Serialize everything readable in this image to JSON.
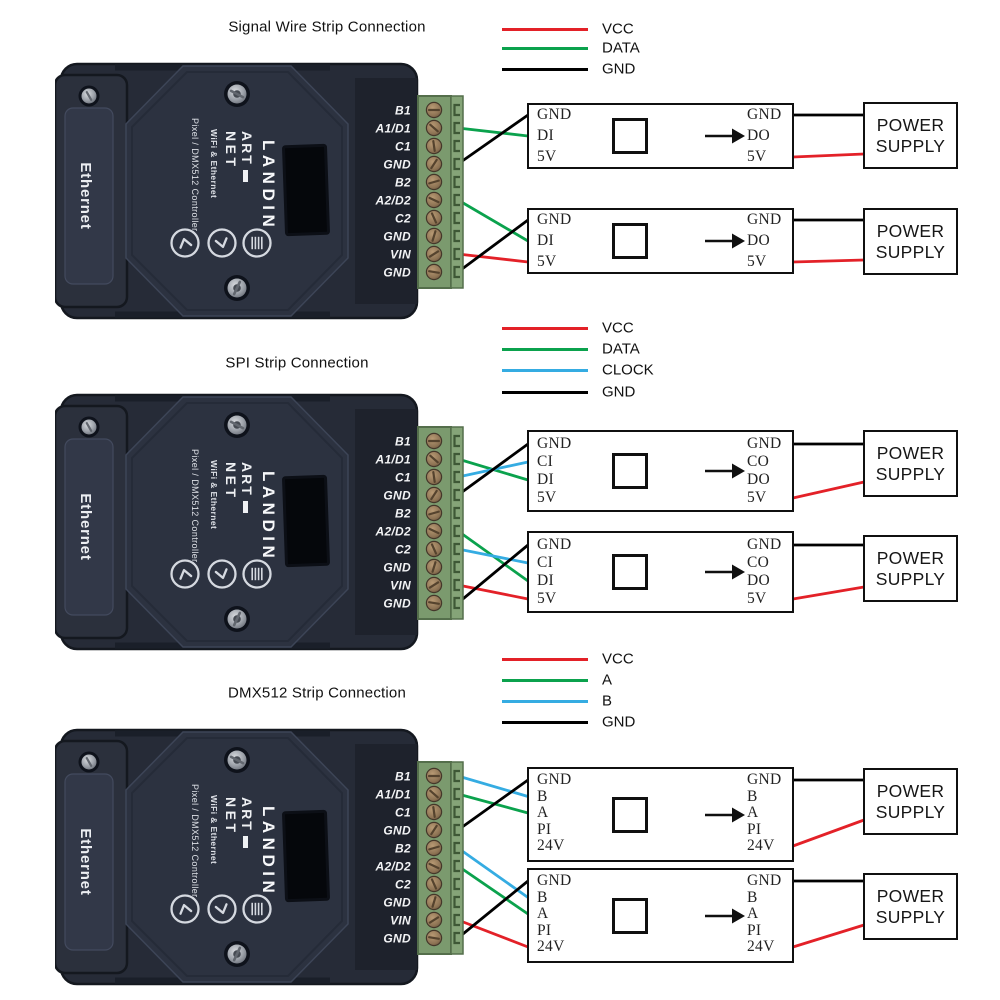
{
  "device": {
    "side_label": "Ethernet",
    "logo_top": "ART",
    "logo_bottom": "NET",
    "product": "Pixel / DMX512 Controller",
    "subtitle": "WiFi & Ethernet",
    "brand": "LANDIN",
    "terminals": [
      "B1",
      "A1/D1",
      "C1",
      "GND",
      "B2",
      "A2/D2",
      "C2",
      "GND",
      "VIN",
      "GND"
    ],
    "buttons": [
      "prev",
      "next",
      "menu"
    ]
  },
  "shared": {
    "power_supply": [
      "POWER",
      "SUPPLY"
    ],
    "wire_colors": {
      "VCC": "#e32128",
      "DATA": "#0ba24d",
      "CLOCK": "#35ace2",
      "GND": "#000000",
      "A": "#0ba24d",
      "B": "#35ace2"
    },
    "terminal_block_color": "#7b9a6e",
    "device_body_color": "#262b37"
  },
  "sections": [
    {
      "title": "Signal Wire Strip Connection",
      "legend": [
        {
          "label": "VCC",
          "color": "#e32128"
        },
        {
          "label": "DATA",
          "color": "#0ba24d"
        },
        {
          "label": "GND",
          "color": "#000000"
        }
      ],
      "strip_left_pins": [
        "GND",
        "DI",
        "5V"
      ],
      "strip_right_pins": [
        "GND",
        "DO",
        "5V"
      ],
      "strips": [
        {
          "connections": [
            {
              "from": "A1/D1",
              "from_index": 1,
              "to": "DI",
              "to_index": 1,
              "signal": "DATA"
            },
            {
              "from": "GND",
              "from_index": 3,
              "to": "GND",
              "to_index": 0,
              "signal": "GND"
            }
          ]
        },
        {
          "connections": [
            {
              "from": "A2/D2",
              "from_index": 5,
              "to": "DI",
              "to_index": 1,
              "signal": "DATA"
            },
            {
              "from": "VIN",
              "from_index": 8,
              "to": "5V",
              "to_index": 2,
              "signal": "VCC"
            },
            {
              "from": "GND",
              "from_index": 9,
              "to": "GND",
              "to_index": 0,
              "signal": "GND"
            }
          ]
        }
      ],
      "power_connections": [
        {
          "pin": "GND",
          "pin_index": 0,
          "signal": "GND"
        },
        {
          "pin": "5V",
          "pin_index": 2,
          "signal": "VCC"
        }
      ]
    },
    {
      "title": "SPI Strip Connection",
      "legend": [
        {
          "label": "VCC",
          "color": "#e32128"
        },
        {
          "label": "DATA",
          "color": "#0ba24d"
        },
        {
          "label": "CLOCK",
          "color": "#35ace2"
        },
        {
          "label": "GND",
          "color": "#000000"
        }
      ],
      "strip_left_pins": [
        "GND",
        "CI",
        "DI",
        "5V"
      ],
      "strip_right_pins": [
        "GND",
        "CO",
        "DO",
        "5V"
      ],
      "strips": [
        {
          "connections": [
            {
              "from": "A1/D1",
              "from_index": 1,
              "to": "DI",
              "to_index": 2,
              "signal": "DATA"
            },
            {
              "from": "C1",
              "from_index": 2,
              "to": "CI",
              "to_index": 1,
              "signal": "CLOCK"
            },
            {
              "from": "GND",
              "from_index": 3,
              "to": "GND",
              "to_index": 0,
              "signal": "GND"
            }
          ]
        },
        {
          "connections": [
            {
              "from": "A2/D2",
              "from_index": 5,
              "to": "DI",
              "to_index": 2,
              "signal": "DATA"
            },
            {
              "from": "C2",
              "from_index": 6,
              "to": "CI",
              "to_index": 1,
              "signal": "CLOCK"
            },
            {
              "from": "VIN",
              "from_index": 8,
              "to": "5V",
              "to_index": 3,
              "signal": "VCC"
            },
            {
              "from": "GND",
              "from_index": 9,
              "to": "GND",
              "to_index": 0,
              "signal": "GND"
            }
          ]
        }
      ],
      "power_connections": [
        {
          "pin": "GND",
          "pin_index": 0,
          "signal": "GND"
        },
        {
          "pin": "5V",
          "pin_index": 3,
          "signal": "VCC"
        }
      ]
    },
    {
      "title": "DMX512 Strip Connection",
      "legend": [
        {
          "label": "VCC",
          "color": "#e32128"
        },
        {
          "label": "A",
          "color": "#0ba24d"
        },
        {
          "label": "B",
          "color": "#35ace2"
        },
        {
          "label": "GND",
          "color": "#000000"
        }
      ],
      "strip_left_pins": [
        "GND",
        "B",
        "A",
        "PI",
        "24V"
      ],
      "strip_right_pins": [
        "GND",
        "B",
        "A",
        "PI",
        "24V"
      ],
      "strips": [
        {
          "connections": [
            {
              "from": "B1",
              "from_index": 0,
              "to": "B",
              "to_index": 1,
              "signal": "B"
            },
            {
              "from": "A1/D1",
              "from_index": 1,
              "to": "A",
              "to_index": 2,
              "signal": "A"
            },
            {
              "from": "GND",
              "from_index": 3,
              "to": "GND",
              "to_index": 0,
              "signal": "GND"
            }
          ]
        },
        {
          "connections": [
            {
              "from": "B2",
              "from_index": 4,
              "to": "B",
              "to_index": 1,
              "signal": "B"
            },
            {
              "from": "A2/D2",
              "from_index": 5,
              "to": "A",
              "to_index": 2,
              "signal": "A"
            },
            {
              "from": "VIN",
              "from_index": 8,
              "to": "24V",
              "to_index": 4,
              "signal": "VCC"
            },
            {
              "from": "GND",
              "from_index": 9,
              "to": "GND",
              "to_index": 0,
              "signal": "GND"
            }
          ]
        }
      ],
      "power_connections": [
        {
          "pin": "GND",
          "pin_index": 0,
          "signal": "GND"
        },
        {
          "pin": "24V",
          "pin_index": 4,
          "signal": "VCC"
        }
      ]
    }
  ]
}
